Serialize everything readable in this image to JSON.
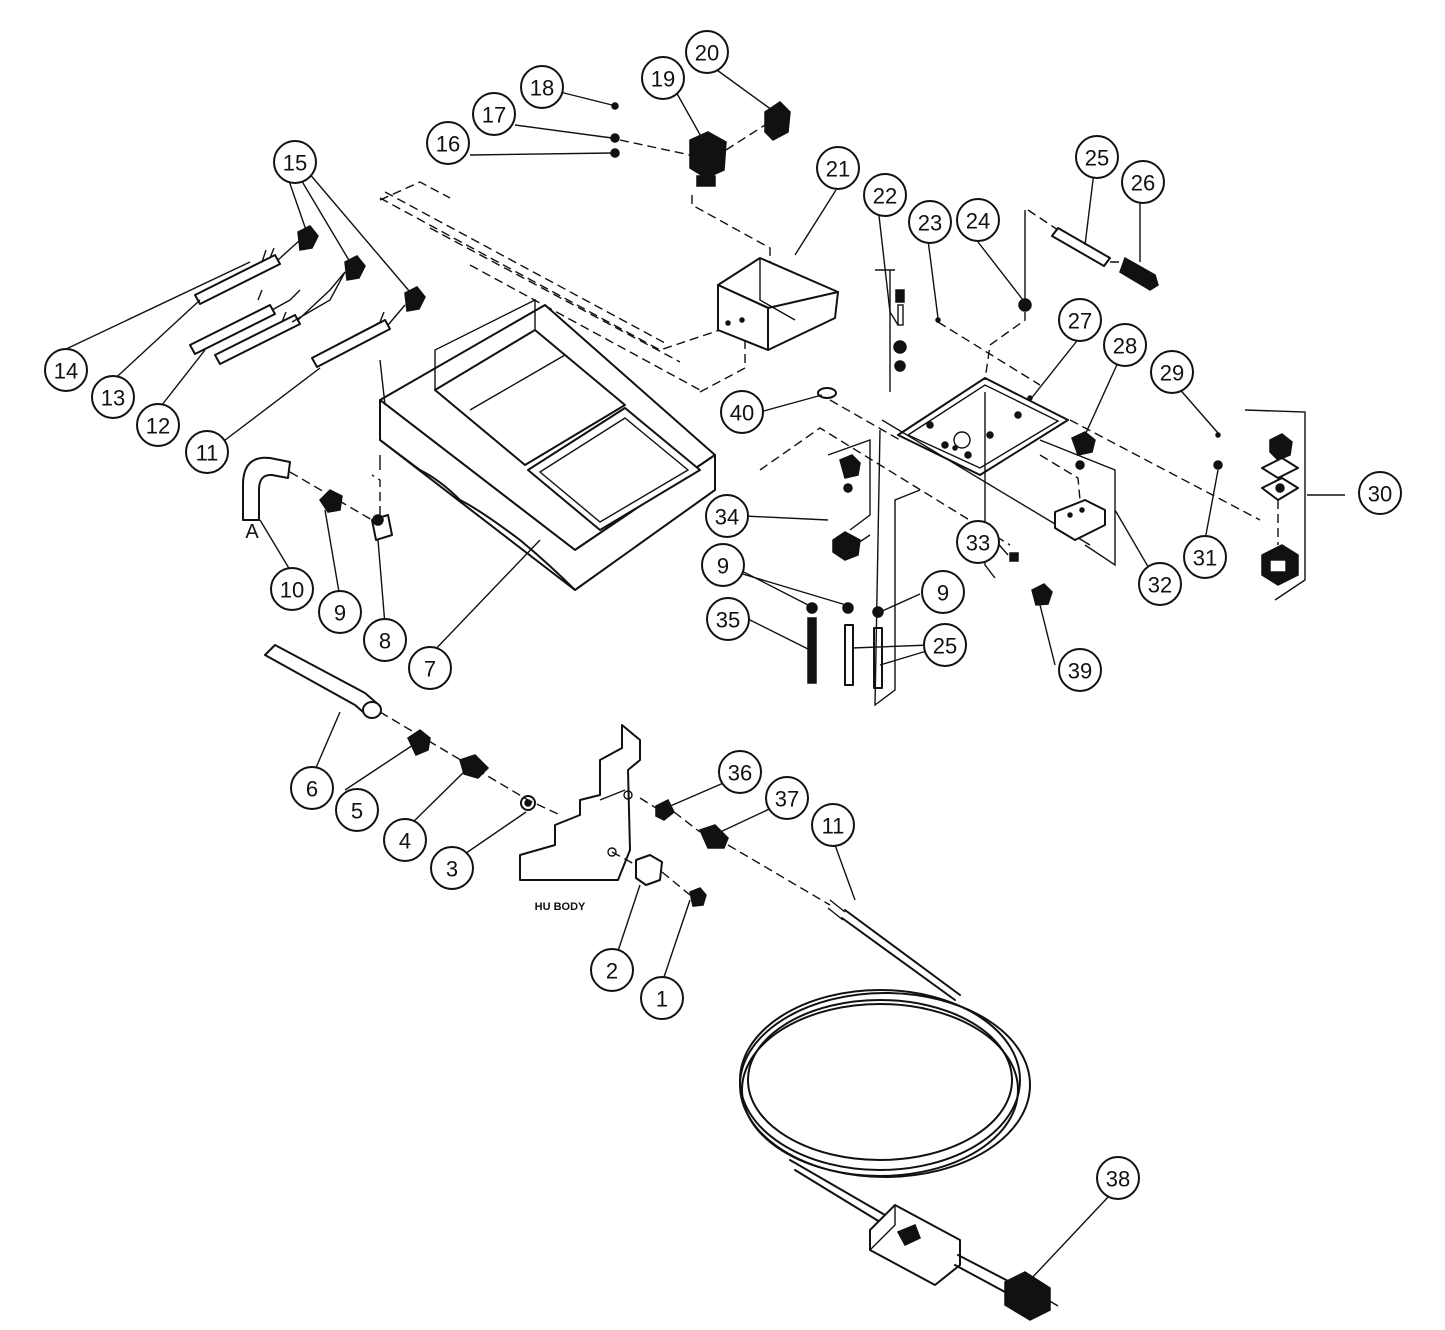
{
  "diagram": {
    "text_labels": {
      "hose_end": "A",
      "body_label": "HU BODY"
    },
    "callouts": [
      "1",
      "2",
      "3",
      "4",
      "5",
      "6",
      "7",
      "8",
      "9",
      "10",
      "11",
      "12",
      "13",
      "14",
      "15",
      "16",
      "17",
      "18",
      "19",
      "20",
      "21",
      "22",
      "23",
      "24",
      "25",
      "26",
      "27",
      "28",
      "29",
      "30",
      "31",
      "32",
      "33",
      "34",
      "35",
      "36",
      "37",
      "38",
      "39",
      "40"
    ]
  }
}
